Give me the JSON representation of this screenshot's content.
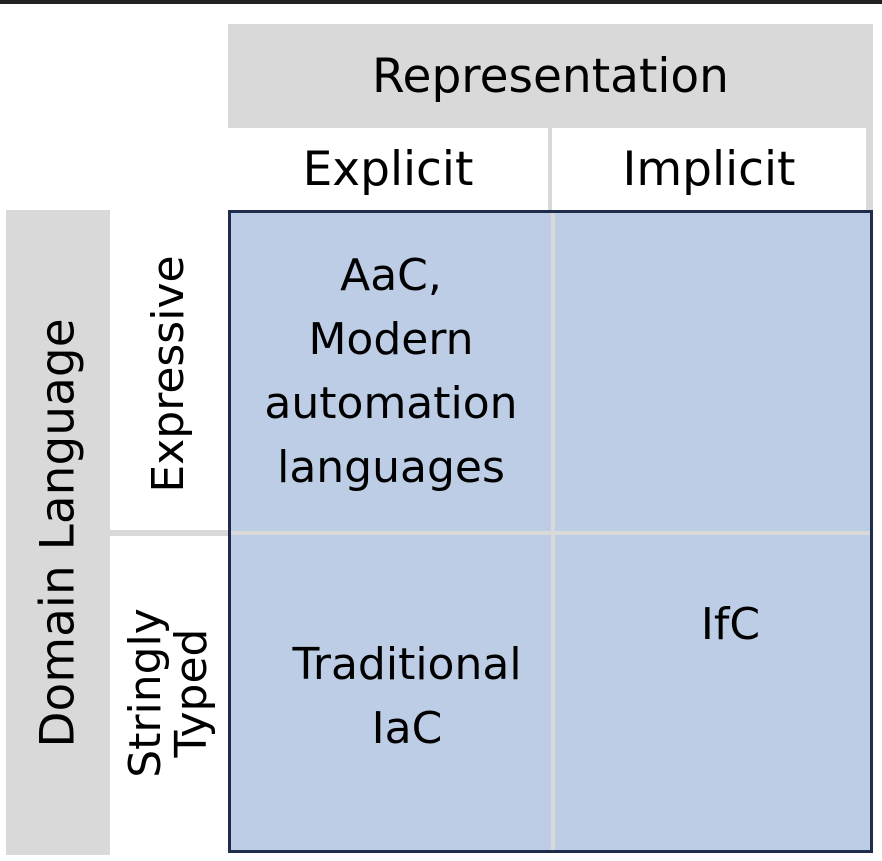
{
  "columns_header": "Representation",
  "columns": [
    "Explicit",
    "Implicit"
  ],
  "rows_header": "Domain Language",
  "rows": [
    "Expressive",
    "Stringly\nTyped"
  ],
  "cells": {
    "expressive_explicit": "AaC,\nModern\nautomation\nlanguages",
    "expressive_implicit": "",
    "stringly_explicit": "Traditional\nIaC",
    "stringly_implicit": "IfC"
  },
  "colors": {
    "header_fill": "#d9d9d9",
    "cell_fill": "#bdcde6",
    "grid_border": "#1f2d4d",
    "top_bar": "#222222"
  }
}
